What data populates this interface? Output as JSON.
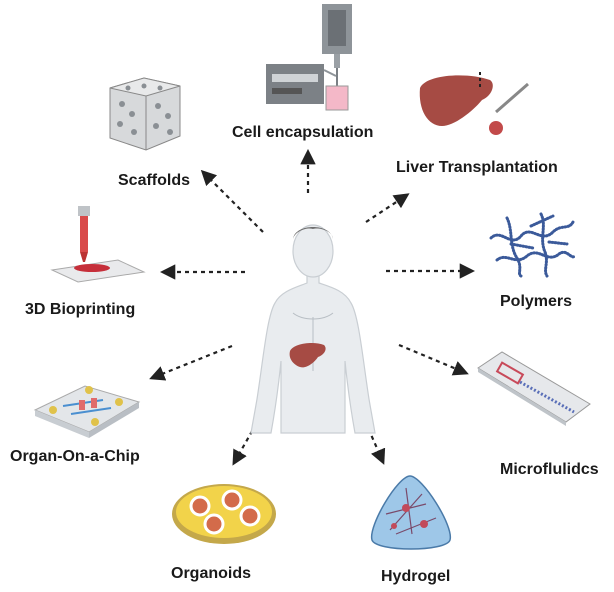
{
  "labels": {
    "cell_encapsulation": "Cell encapsulation",
    "liver_transplantation": "Liver Transplantation",
    "scaffolds": "Scaffolds",
    "polymers": "Polymers",
    "bioprinting_3d": "3D Bioprinting",
    "organ_on_a_chip": "Organ-On-a-Chip",
    "microfluidics": "Microflulidcs",
    "organoids": "Organoids",
    "hydrogel": "Hydrogel"
  },
  "colors": {
    "liver": "#a64b44",
    "skin": "#e9ecef",
    "arrow": "#222222",
    "polymer": "#3b5a9a",
    "hydrogel": "#9ec7e8",
    "organoid_dish": "#f2d34a"
  }
}
